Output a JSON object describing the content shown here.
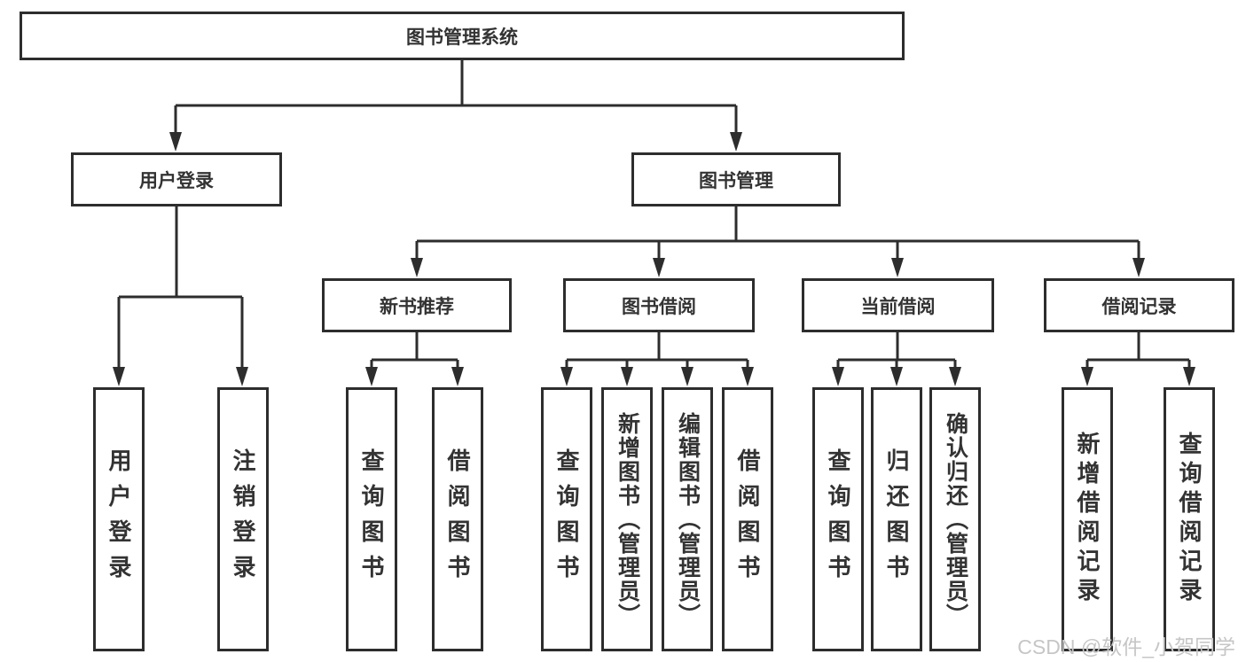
{
  "diagram": {
    "root": "图书管理系统",
    "level2": [
      "用户登录",
      "图书管理"
    ],
    "level3": [
      "新书推荐",
      "图书借阅",
      "当前借阅",
      "借阅记录"
    ],
    "leaves": {
      "user_login": [
        "用户登录",
        "注销登录"
      ],
      "new_book_recommend": [
        "查询图书",
        "借阅图书"
      ],
      "book_borrow": [
        "查询图书",
        "新增图书（管理员）",
        "编辑图书（管理员）",
        "借阅图书"
      ],
      "current_borrow": [
        "查询图书",
        "归还图书",
        "确认归还（管理员）"
      ],
      "borrow_records": [
        "新增借阅记录",
        "查询借阅记录"
      ]
    }
  },
  "watermark": "CSDN @软件_小贺同学",
  "colors": {
    "line": "#2d2d2d",
    "text": "#333333",
    "watermark": "#c6c6c6",
    "background": "#ffffff"
  }
}
